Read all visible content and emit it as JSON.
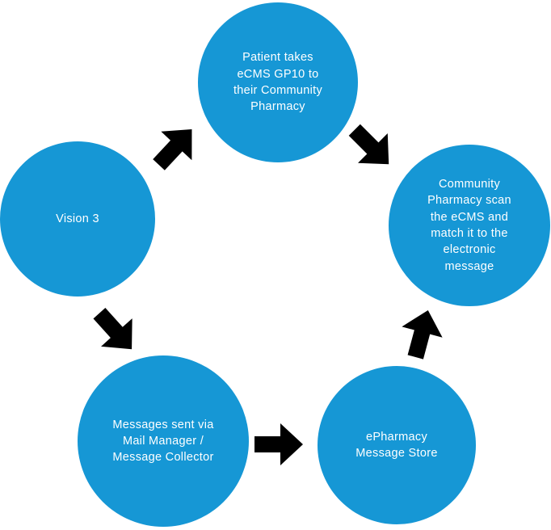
{
  "diagram": {
    "type": "cycle",
    "colors": {
      "accent": "#1697D5",
      "arrow": "#000000",
      "label": "#FFFFFF"
    },
    "nodes": [
      {
        "id": "patient",
        "label": "Patient takes eCMS GP10 to their Community Pharmacy"
      },
      {
        "id": "community-pharmacy",
        "label": "Community Pharmacy scan the eCMS and match it to the electronic message"
      },
      {
        "id": "epharmacy-store",
        "label": "ePharmacy Message Store"
      },
      {
        "id": "mail-manager",
        "label": "Messages sent via Mail Manager / Message Collector"
      },
      {
        "id": "vision-3",
        "label": "Vision 3"
      }
    ],
    "arrows": [
      {
        "id": "vision3-to-patient",
        "from": "vision-3",
        "to": "patient"
      },
      {
        "id": "patient-to-pharmacy",
        "from": "patient",
        "to": "community-pharmacy"
      },
      {
        "id": "vision3-to-mailmanager",
        "from": "vision-3",
        "to": "mail-manager"
      },
      {
        "id": "mailmanager-to-epharmacy",
        "from": "mail-manager",
        "to": "epharmacy-store"
      },
      {
        "id": "epharmacy-to-pharmacy",
        "from": "epharmacy-store",
        "to": "community-pharmacy"
      }
    ]
  }
}
